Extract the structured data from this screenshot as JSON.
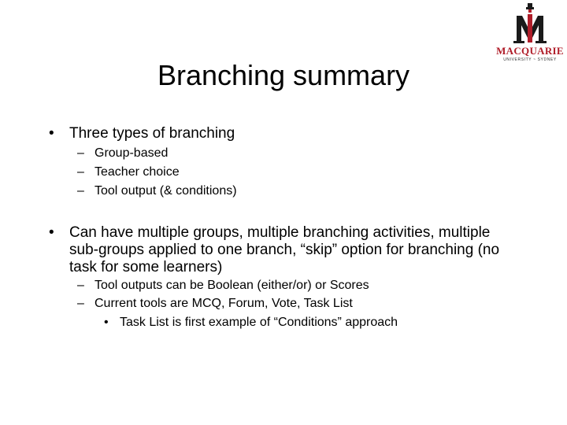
{
  "logo": {
    "name": "MACQUARIE",
    "subtitle": "UNIVERSITY ~ SYDNEY",
    "colors": {
      "red": "#b01e2a",
      "dark": "#1a1a1a"
    }
  },
  "title": "Branching summary",
  "bullets": [
    {
      "text": "Three types of branching",
      "sub": [
        {
          "text": "Group-based"
        },
        {
          "text": "Teacher choice"
        },
        {
          "text": "Tool output (& conditions)"
        }
      ]
    },
    {
      "text": "Can have multiple groups, multiple branching activities, multiple sub-groups applied to one branch, “skip” option for branching (no task for some learners)",
      "sub": [
        {
          "text": "Tool outputs can be Boolean (either/or) or Scores"
        },
        {
          "text": "Current tools are MCQ, Forum, Vote, Task List",
          "sub": [
            {
              "text": "Task List is first example of “Conditions” approach"
            }
          ]
        }
      ]
    }
  ],
  "markers": {
    "level1": "•",
    "level2": "–",
    "level3": "•"
  }
}
